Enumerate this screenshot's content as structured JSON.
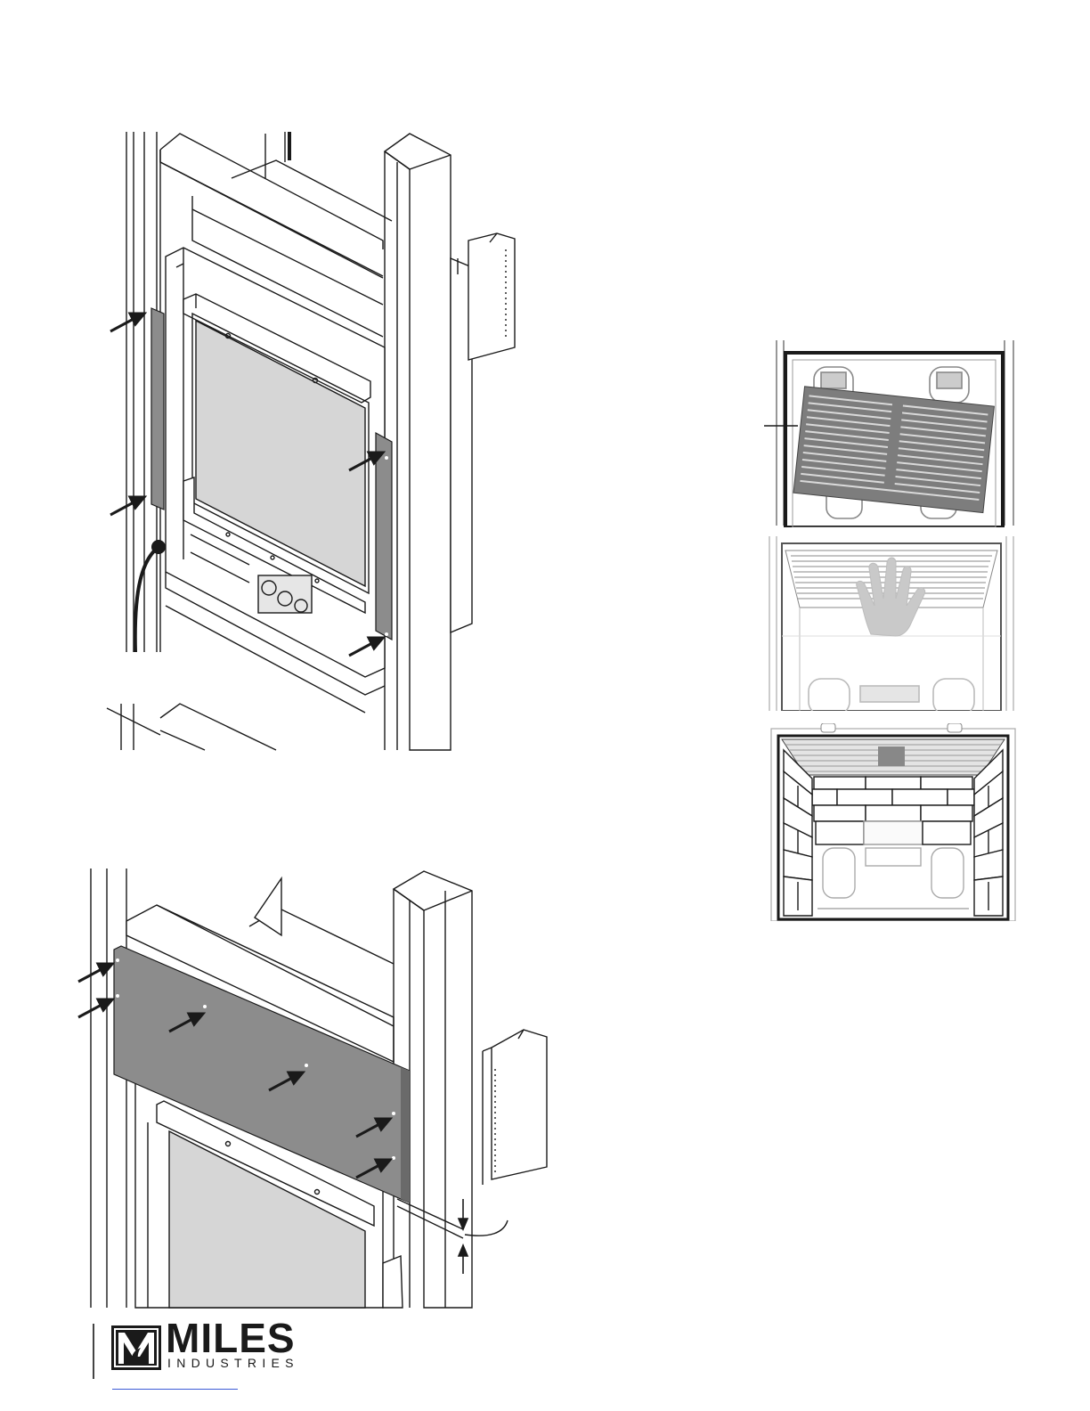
{
  "brand": {
    "name": "MILES",
    "subtitle": "INDUSTRIES",
    "colors": {
      "ink": "#1a1a1a",
      "panel": "#8c8c8c",
      "glass": "#d6d6d6",
      "link": "#3b5bd6"
    }
  },
  "figures": {
    "top_left": {
      "icon": "side-trim-install-illustration"
    },
    "bottom_left": {
      "icon": "top-trim-install-illustration"
    },
    "right_top": {
      "icon": "baffle-panel-tilted-illustration"
    },
    "right_middle": {
      "icon": "baffle-panel-pressed-illustration"
    },
    "right_bottom": {
      "icon": "firebox-brick-liner-illustration"
    }
  }
}
